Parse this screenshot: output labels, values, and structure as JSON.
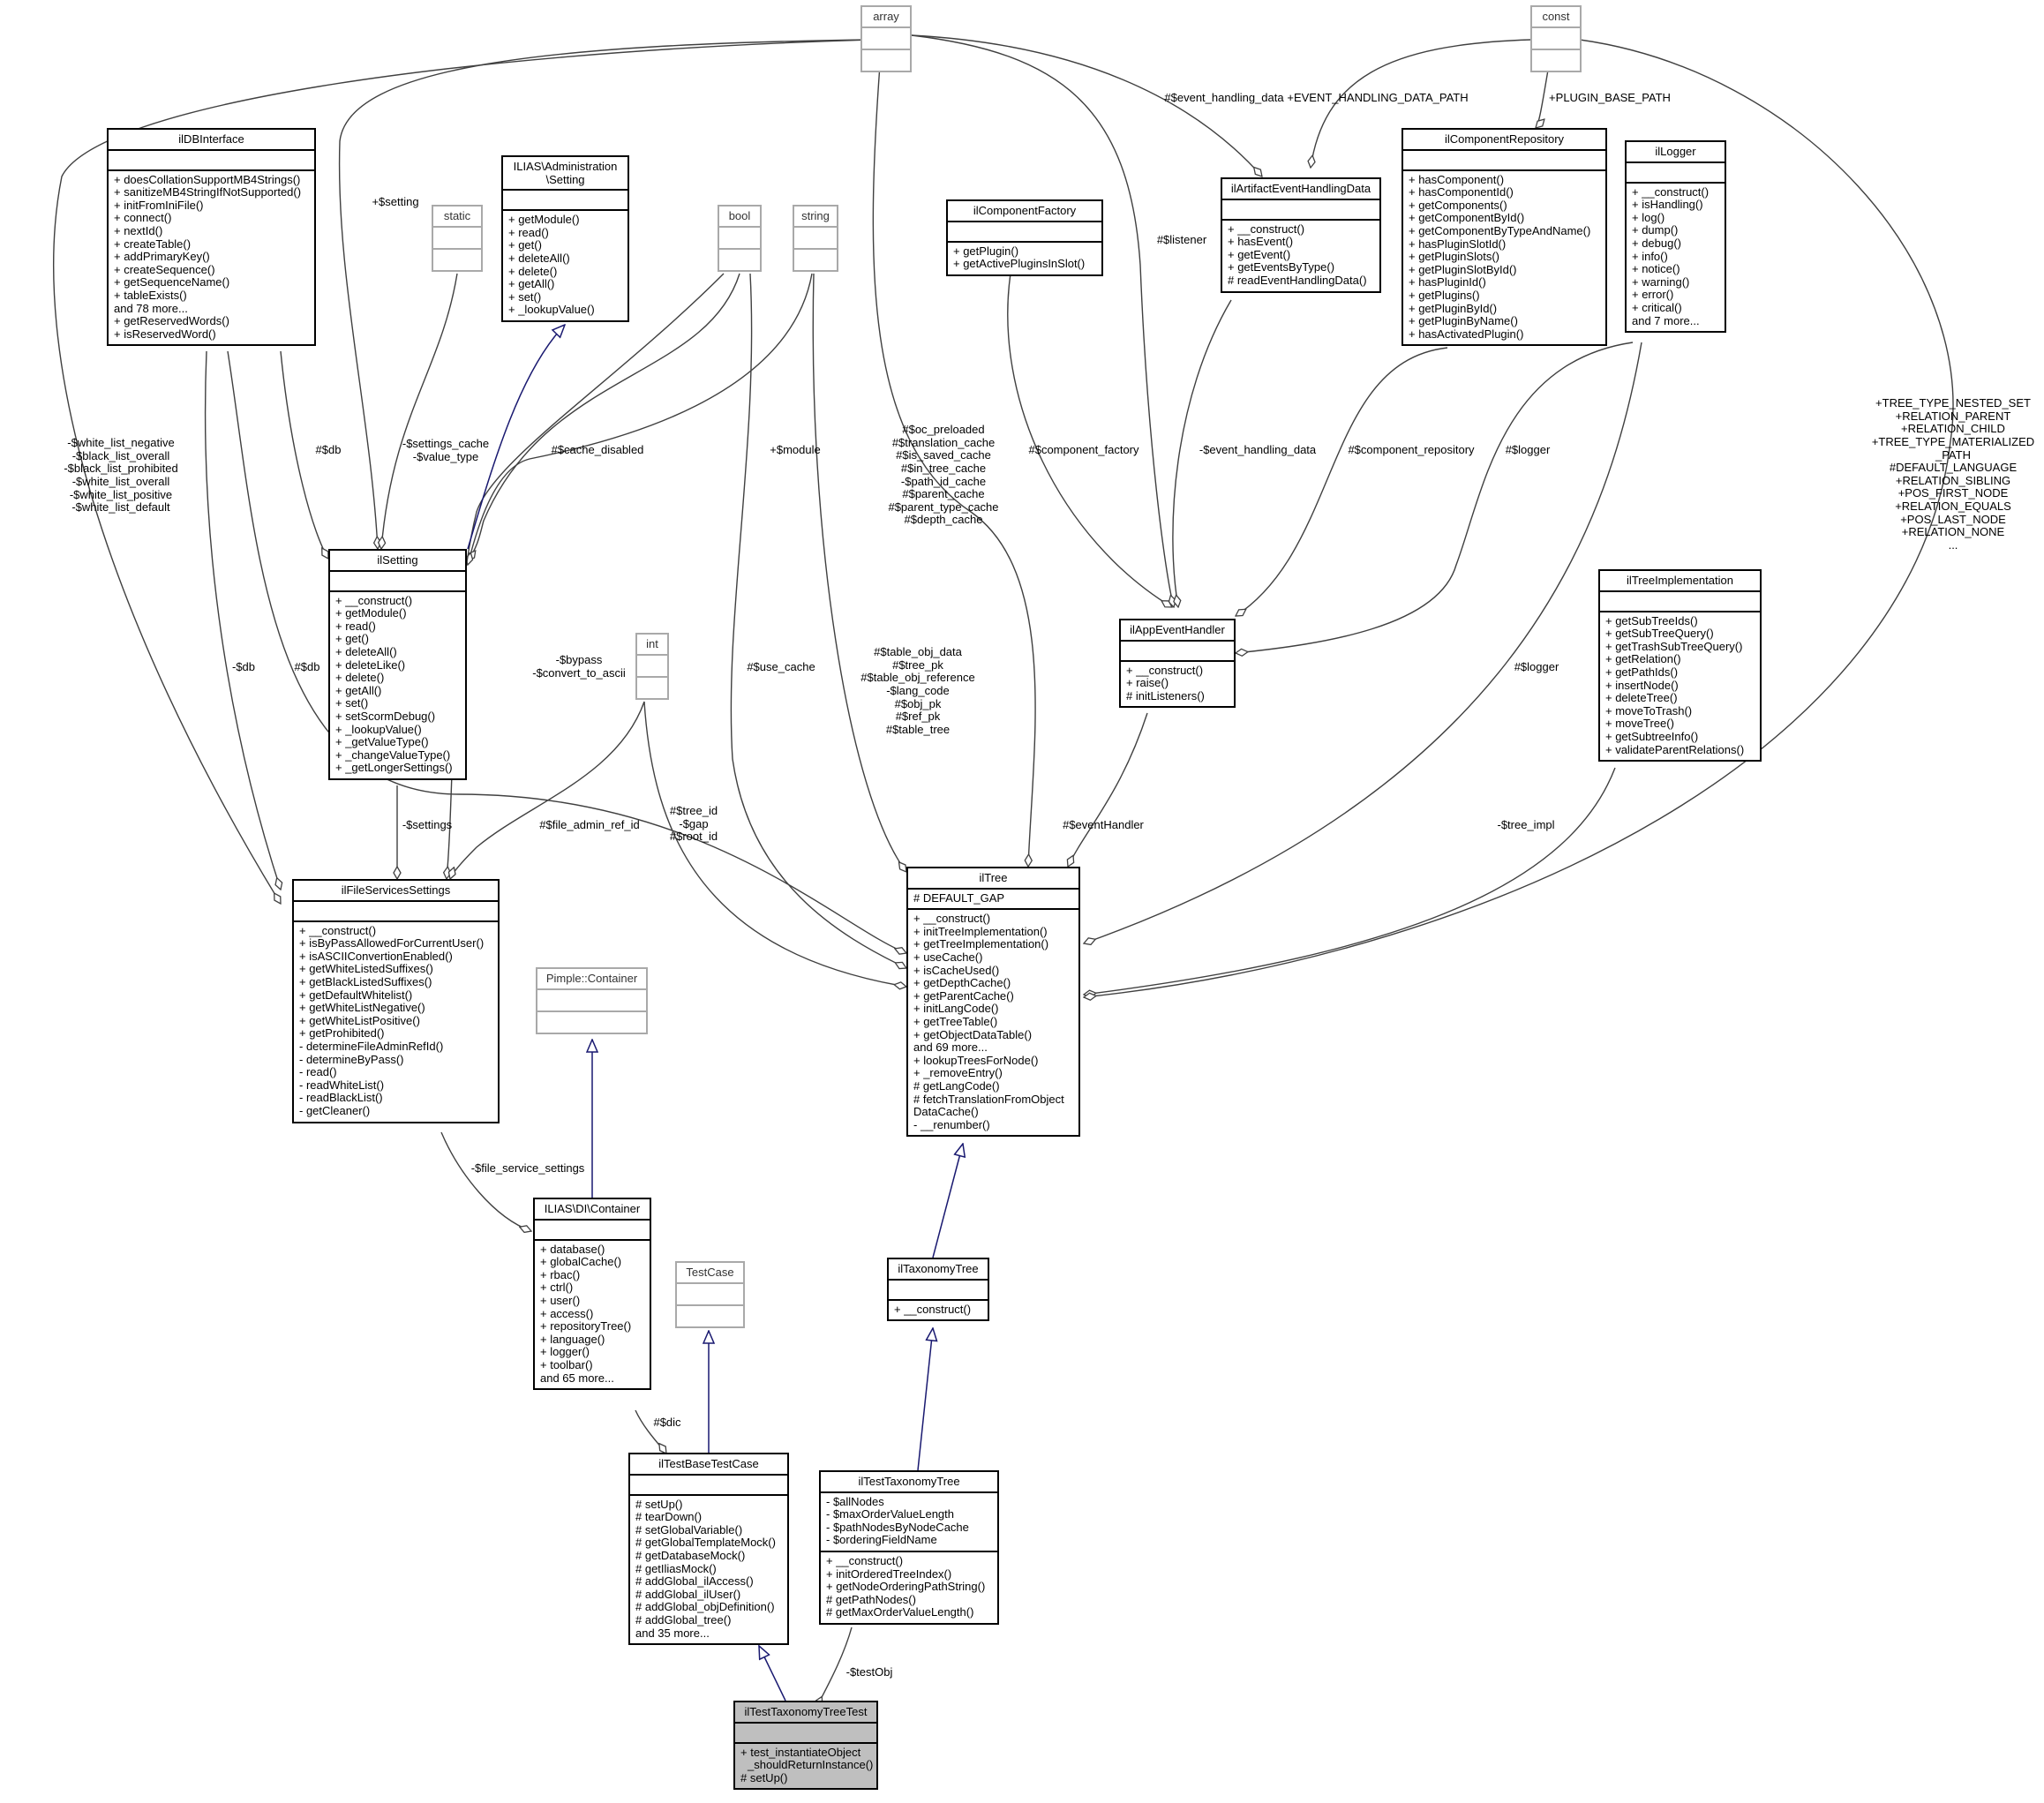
{
  "nodes": {
    "array": {
      "title": "array",
      "attrs": [],
      "methods": []
    },
    "const": {
      "title": "const",
      "attrs": [],
      "methods": []
    },
    "static": {
      "title": "static",
      "attrs": [],
      "methods": []
    },
    "bool": {
      "title": "bool",
      "attrs": [],
      "methods": []
    },
    "string": {
      "title": "string",
      "attrs": [],
      "methods": []
    },
    "int": {
      "title": "int",
      "attrs": [],
      "methods": []
    },
    "TestCase": {
      "title": "TestCase",
      "attrs": [],
      "methods": []
    },
    "Pimple": {
      "title": "Pimple::Container",
      "attrs": [],
      "methods": []
    },
    "ilDBInterface": {
      "title": "ilDBInterface",
      "attrs": [],
      "methods": [
        "+ doesCollationSupportMB4Strings()",
        "+ sanitizeMB4StringIfNotSupported()",
        "+ initFromIniFile()",
        "+ connect()",
        "+ nextId()",
        "+ createTable()",
        "+ addPrimaryKey()",
        "+ createSequence()",
        "+ getSequenceName()",
        "+ tableExists()",
        "and 78 more...",
        "+ getReservedWords()",
        "+ isReservedWord()"
      ]
    },
    "SettingIF": {
      "title": "ILIAS\\Administration\n\\Setting",
      "attrs": [],
      "methods": [
        "+ getModule()",
        "+ read()",
        "+ get()",
        "+ deleteAll()",
        "+ delete()",
        "+ getAll()",
        "+ set()",
        "+ _lookupValue()"
      ]
    },
    "ilComponentFactory": {
      "title": "ilComponentFactory",
      "attrs": [],
      "methods": [
        "+ getPlugin()",
        "+ getActivePluginsInSlot()"
      ]
    },
    "ilArtifact": {
      "title": "ilArtifactEventHandlingData",
      "attrs": [],
      "methods": [
        "+ __construct()",
        "+ hasEvent()",
        "+ getEvent()",
        "+ getEventsByType()",
        "# readEventHandlingData()"
      ]
    },
    "ilComponentRepository": {
      "title": "ilComponentRepository",
      "attrs": [],
      "methods": [
        "+ hasComponent()",
        "+ hasComponentId()",
        "+ getComponents()",
        "+ getComponentById()",
        "+ getComponentByTypeAndName()",
        "+ hasPluginSlotId()",
        "+ getPluginSlots()",
        "+ getPluginSlotById()",
        "+ hasPluginId()",
        "+ getPlugins()",
        "+ getPluginById()",
        "+ getPluginByName()",
        "+ hasActivatedPlugin()"
      ]
    },
    "ilLogger": {
      "title": "ilLogger",
      "attrs": [],
      "methods": [
        "+ __construct()",
        "+ isHandling()",
        "+ log()",
        "+ dump()",
        "+ debug()",
        "+ info()",
        "+ notice()",
        "+ warning()",
        "+ error()",
        "+ critical()",
        "and 7 more..."
      ]
    },
    "ilSetting": {
      "title": "ilSetting",
      "attrs": [],
      "methods": [
        "+ __construct()",
        "+ getModule()",
        "+ read()",
        "+ get()",
        "+ deleteAll()",
        "+ deleteLike()",
        "+ delete()",
        "+ getAll()",
        "+ set()",
        "+ setScormDebug()",
        "+ _lookupValue()",
        "+ _getValueType()",
        "+ _changeValueType()",
        "+ _getLongerSettings()"
      ]
    },
    "ilAppEventHandler": {
      "title": "ilAppEventHandler",
      "attrs": [],
      "methods": [
        "+ __construct()",
        "+ raise()",
        "# initListeners()"
      ]
    },
    "ilTreeImplementation": {
      "title": "ilTreeImplementation",
      "attrs": [],
      "methods": [
        "+ getSubTreeIds()",
        "+ getSubTreeQuery()",
        "+ getTrashSubTreeQuery()",
        "+ getRelation()",
        "+ getPathIds()",
        "+ insertNode()",
        "+ deleteTree()",
        "+ moveToTrash()",
        "+ moveTree()",
        "+ getSubtreeInfo()",
        "+ validateParentRelations()"
      ]
    },
    "ilFileServicesSettings": {
      "title": "ilFileServicesSettings",
      "attrs": [],
      "methods": [
        "+ __construct()",
        "+ isByPassAllowedForCurrentUser()",
        "+ isASCIIConvertionEnabled()",
        "+ getWhiteListedSuffixes()",
        "+ getBlackListedSuffixes()",
        "+ getDefaultWhitelist()",
        "+ getWhiteListNegative()",
        "+ getWhiteListPositive()",
        "+ getProhibited()",
        "- determineFileAdminRefId()",
        "- determineByPass()",
        "- read()",
        "- readWhiteList()",
        "- readBlackList()",
        "- getCleaner()"
      ]
    },
    "ilTree": {
      "title": "ilTree",
      "attrs": [
        "# DEFAULT_GAP"
      ],
      "methods": [
        "+ __construct()",
        "+ initTreeImplementation()",
        "+ getTreeImplementation()",
        "+ useCache()",
        "+ isCacheUsed()",
        "+ getDepthCache()",
        "+ getParentCache()",
        "+ initLangCode()",
        "+ getTreeTable()",
        "+ getObjectDataTable()",
        "and 69 more...",
        "+ lookupTreesForNode()",
        "+ _removeEntry()",
        "# getLangCode()",
        "# fetchTranslationFromObject",
        "DataCache()",
        "- __renumber()"
      ]
    },
    "DIContainer": {
      "title": "ILIAS\\DI\\Container",
      "attrs": [],
      "methods": [
        "+ database()",
        "+ globalCache()",
        "+ rbac()",
        "+ ctrl()",
        "+ user()",
        "+ access()",
        "+ repositoryTree()",
        "+ language()",
        "+ logger()",
        "+ toolbar()",
        "and 65 more..."
      ]
    },
    "ilTaxonomyTree": {
      "title": "ilTaxonomyTree",
      "attrs": [],
      "methods": [
        "+ __construct()"
      ]
    },
    "ilTestBaseTestCase": {
      "title": "ilTestBaseTestCase",
      "attrs": [],
      "methods": [
        "# setUp()",
        "# tearDown()",
        "# setGlobalVariable()",
        "# getGlobalTemplateMock()",
        "# getDatabaseMock()",
        "# getIliasMock()",
        "# addGlobal_ilAccess()",
        "# addGlobal_ilUser()",
        "# addGlobal_objDefinition()",
        "# addGlobal_tree()",
        "and 35 more..."
      ]
    },
    "ilTestTaxonomyTree": {
      "title": "ilTestTaxonomyTree",
      "attrs": [
        "- $allNodes",
        "- $maxOrderValueLength",
        "- $pathNodesByNodeCache",
        "- $orderingFieldName"
      ],
      "methods": [
        "+ __construct()",
        "+ initOrderedTreeIndex()",
        "+ getNodeOrderingPathString()",
        "# getPathNodes()",
        "# getMaxOrderValueLength()"
      ]
    },
    "ilTestTaxonomyTreeTest": {
      "title": "ilTestTaxonomyTreeTest",
      "attrs": [],
      "methods": [
        "+ test_instantiateObject",
        "_shouldReturnInstance()",
        "# setUp()"
      ]
    }
  },
  "edge_labels": {
    "white_list": [
      "-$white_list_negative",
      "-$black_list_overall",
      "-$black_list_prohibited",
      "-$white_list_overall",
      "-$white_list_positive",
      "-$white_list_default"
    ],
    "setting": [
      "+$setting"
    ],
    "settings_cache": [
      "-$settings_cache",
      "-$value_type"
    ],
    "db_setting": [
      "#$db"
    ],
    "cache_disabled": [
      "#$cache_disabled"
    ],
    "module": [
      "+$module"
    ],
    "event_handling_data_arr": [
      "#$event_handling_data"
    ],
    "event_handling_data_path": [
      "+EVENT_HANDLING_DATA_PATH"
    ],
    "plugin_base_path": [
      "+PLUGIN_BASE_PATH"
    ],
    "listener": [
      "#$listener"
    ],
    "tree_caches": [
      "#$oc_preloaded",
      "#$translation_cache",
      "#$is_saved_cache",
      "#$in_tree_cache",
      "-$path_id_cache",
      "#$parent_cache",
      "#$parent_type_cache",
      "#$depth_cache"
    ],
    "component_factory": [
      "#$component_factory"
    ],
    "event_handling_data": [
      "-$event_handling_data"
    ],
    "component_repository": [
      "#$component_repository"
    ],
    "logger_aeh": [
      "#$logger"
    ],
    "const_labels": [
      "+TREE_TYPE_NESTED_SET",
      "+RELATION_PARENT",
      "+RELATION_CHILD",
      "+TREE_TYPE_MATERIALIZED",
      "_PATH",
      "#DEFAULT_LANGUAGE",
      "+RELATION_SIBLING",
      "+POS_FIRST_NODE",
      "+RELATION_EQUALS",
      "+POS_LAST_NODE",
      "+RELATION_NONE",
      "..."
    ],
    "db_fss": [
      "-$db"
    ],
    "db_tree": [
      "#$db"
    ],
    "bypass": [
      "-$bypass",
      "-$convert_to_ascii"
    ],
    "use_cache": [
      "#$use_cache"
    ],
    "table_labels": [
      "#$table_obj_data",
      "#$tree_pk",
      "#$table_obj_reference",
      "-$lang_code",
      "#$obj_pk",
      "#$ref_pk",
      "#$table_tree"
    ],
    "logger_tree": [
      "#$logger"
    ],
    "settings": [
      "-$settings"
    ],
    "file_admin_ref_id": [
      "#$file_admin_ref_id"
    ],
    "tree_ids": [
      "#$tree_id",
      "-$gap",
      "#$root_id"
    ],
    "event_handler": [
      "#$eventHandler"
    ],
    "tree_impl": [
      "-$tree_impl"
    ],
    "file_service_settings": [
      "-$file_service_settings"
    ],
    "dic": [
      "#$dic"
    ],
    "test_obj": [
      "-$testObj"
    ]
  }
}
